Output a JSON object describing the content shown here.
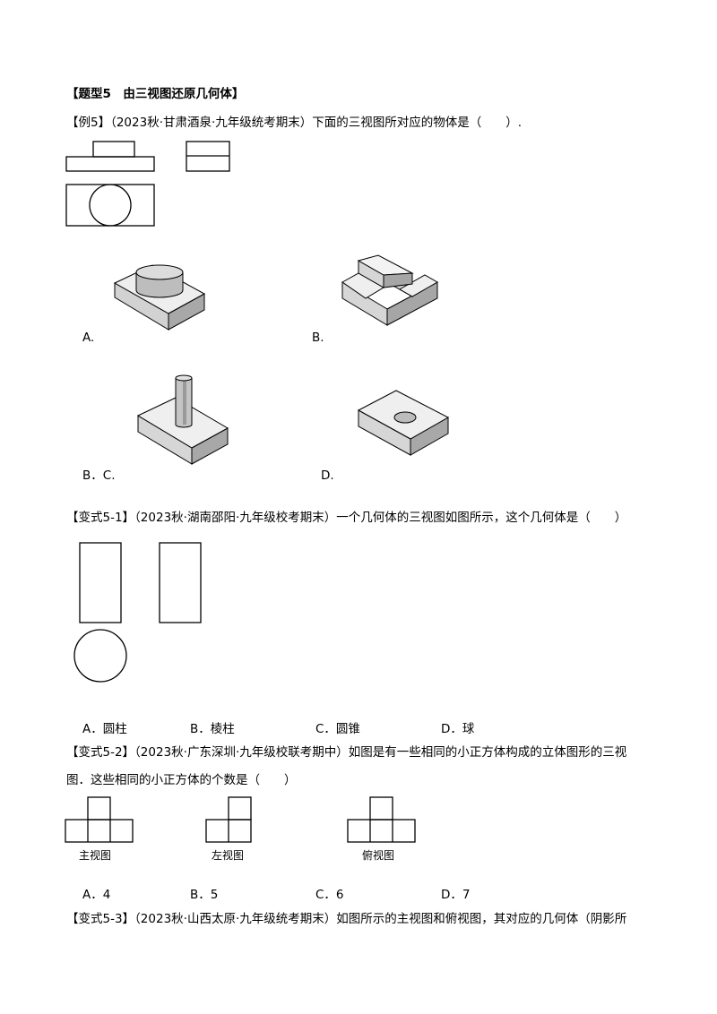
{
  "section_title": "【题型5　由三视图还原几何体】",
  "ex5": {
    "stem": "【例5】（2023秋·甘肃酒泉·九年级统考期末）下面的三视图所对应的物体是（　　）.",
    "label_a": "A.",
    "label_b": "B.",
    "label_c": "B．C.",
    "label_d": "D."
  },
  "v51": {
    "stem": "【变式5-1】（2023秋·湖南邵阳·九年级校考期末）一个几何体的三视图如图所示，这个几何体是（　　）",
    "options": [
      "A．圆柱",
      "B．棱柱",
      "C．圆锥",
      "D．球"
    ]
  },
  "v52": {
    "stem_line1": "【变式5-2】（2023秋·广东深圳·九年级校联考期中）如图是有一些相同的小正方体构成的立体图形的三视",
    "stem_line2": "图．这些相同的小正方体的个数是（　　）",
    "caption_front": "主视图",
    "caption_left": "左视图",
    "caption_top": "俯视图",
    "options": [
      "A．4",
      "B．5",
      "C．6",
      "D．7"
    ]
  },
  "v53": {
    "stem": "【变式5-3】（2023秋·山西太原·九年级统考期末）如图所示的主视图和俯视图，其对应的几何体（阴影所"
  }
}
